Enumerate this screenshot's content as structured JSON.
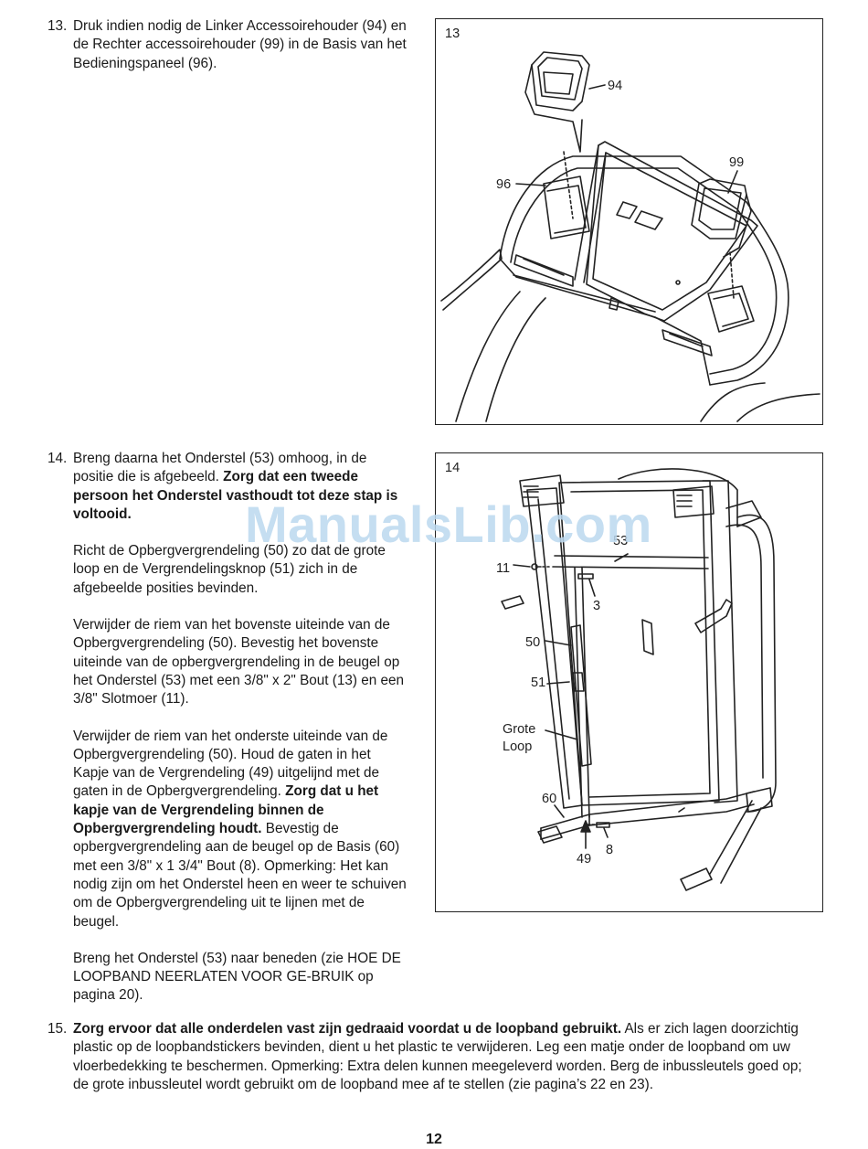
{
  "step13": {
    "number": "13.",
    "text": "Druk indien nodig de Linker Accessoirehouder (94) en de Rechter accessoirehouder (99) in de Basis van het Bedieningspaneel (96)."
  },
  "figure13": {
    "number": "13",
    "callouts": {
      "c94": "94",
      "c99": "99",
      "c96": "96"
    }
  },
  "step14": {
    "number": "14.",
    "p1_a": "Breng daarna het Onderstel (53) omhoog, in de positie die is afgebeeld. ",
    "p1_b": "Zorg dat een tweede persoon het Onderstel vasthoudt tot deze stap is voltooid.",
    "p2": "Richt de Opbergvergrendeling (50) zo dat de grote loop en de Vergrendelingsknop (51) zich in de afgebeelde posities bevinden.",
    "p3": "Verwijder de riem van het bovenste uiteinde van de Opbergvergrendeling (50). Bevestig het bovenste uiteinde van de opbergvergrendeling in de beugel op het Onderstel (53) met een 3/8\" x 2\" Bout (13) en een 3/8\" Slotmoer (11).",
    "p4_a": "Verwijder de riem van het onderste uiteinde van de Opbergvergrendeling (50). Houd de gaten in het Kapje van de Vergrendeling (49) uitgelijnd met de gaten in de Opbergvergrendeling. ",
    "p4_b": "Zorg dat u het kapje van de Vergrendeling binnen de Opbergvergrendeling houdt.",
    "p4_c": " Bevestig de opbergvergrendeling aan de beugel op de Basis (60) met een 3/8\" x 1 3/4\" Bout (8). Opmerking: Het kan nodig zijn om het Onderstel heen en weer te schuiven om de Opbergvergrendeling uit te lijnen met de beugel.",
    "p5": "Breng het Onderstel (53) naar beneden (zie HOE DE LOOPBAND NEERLATEN VOOR GE-BRUIK op pagina 20)."
  },
  "figure14": {
    "number": "14",
    "callouts": {
      "c53": "53",
      "c11": "11",
      "c3": "3",
      "c50": "50",
      "c51": "51",
      "grote": "Grote Loop",
      "c60": "60",
      "c49": "49",
      "c8": "8"
    }
  },
  "step15": {
    "number": "15.",
    "bold": "Zorg ervoor dat alle onderdelen vast zijn gedraaid voordat u de loopband gebruikt.",
    "rest": " Als er zich lagen doorzichtig plastic op de loopbandstickers bevinden, dient u het plastic te verwijderen. Leg een matje onder de loopband om uw vloerbedekking te beschermen. Opmerking: Extra delen kunnen meegeleverd worden. Berg de inbussleutels goed op; de grote inbussleutel wordt gebruikt om de loopband mee af te stellen (zie pagina’s 22 en 23)."
  },
  "watermark": "ManualsLib.com",
  "page_number": "12"
}
